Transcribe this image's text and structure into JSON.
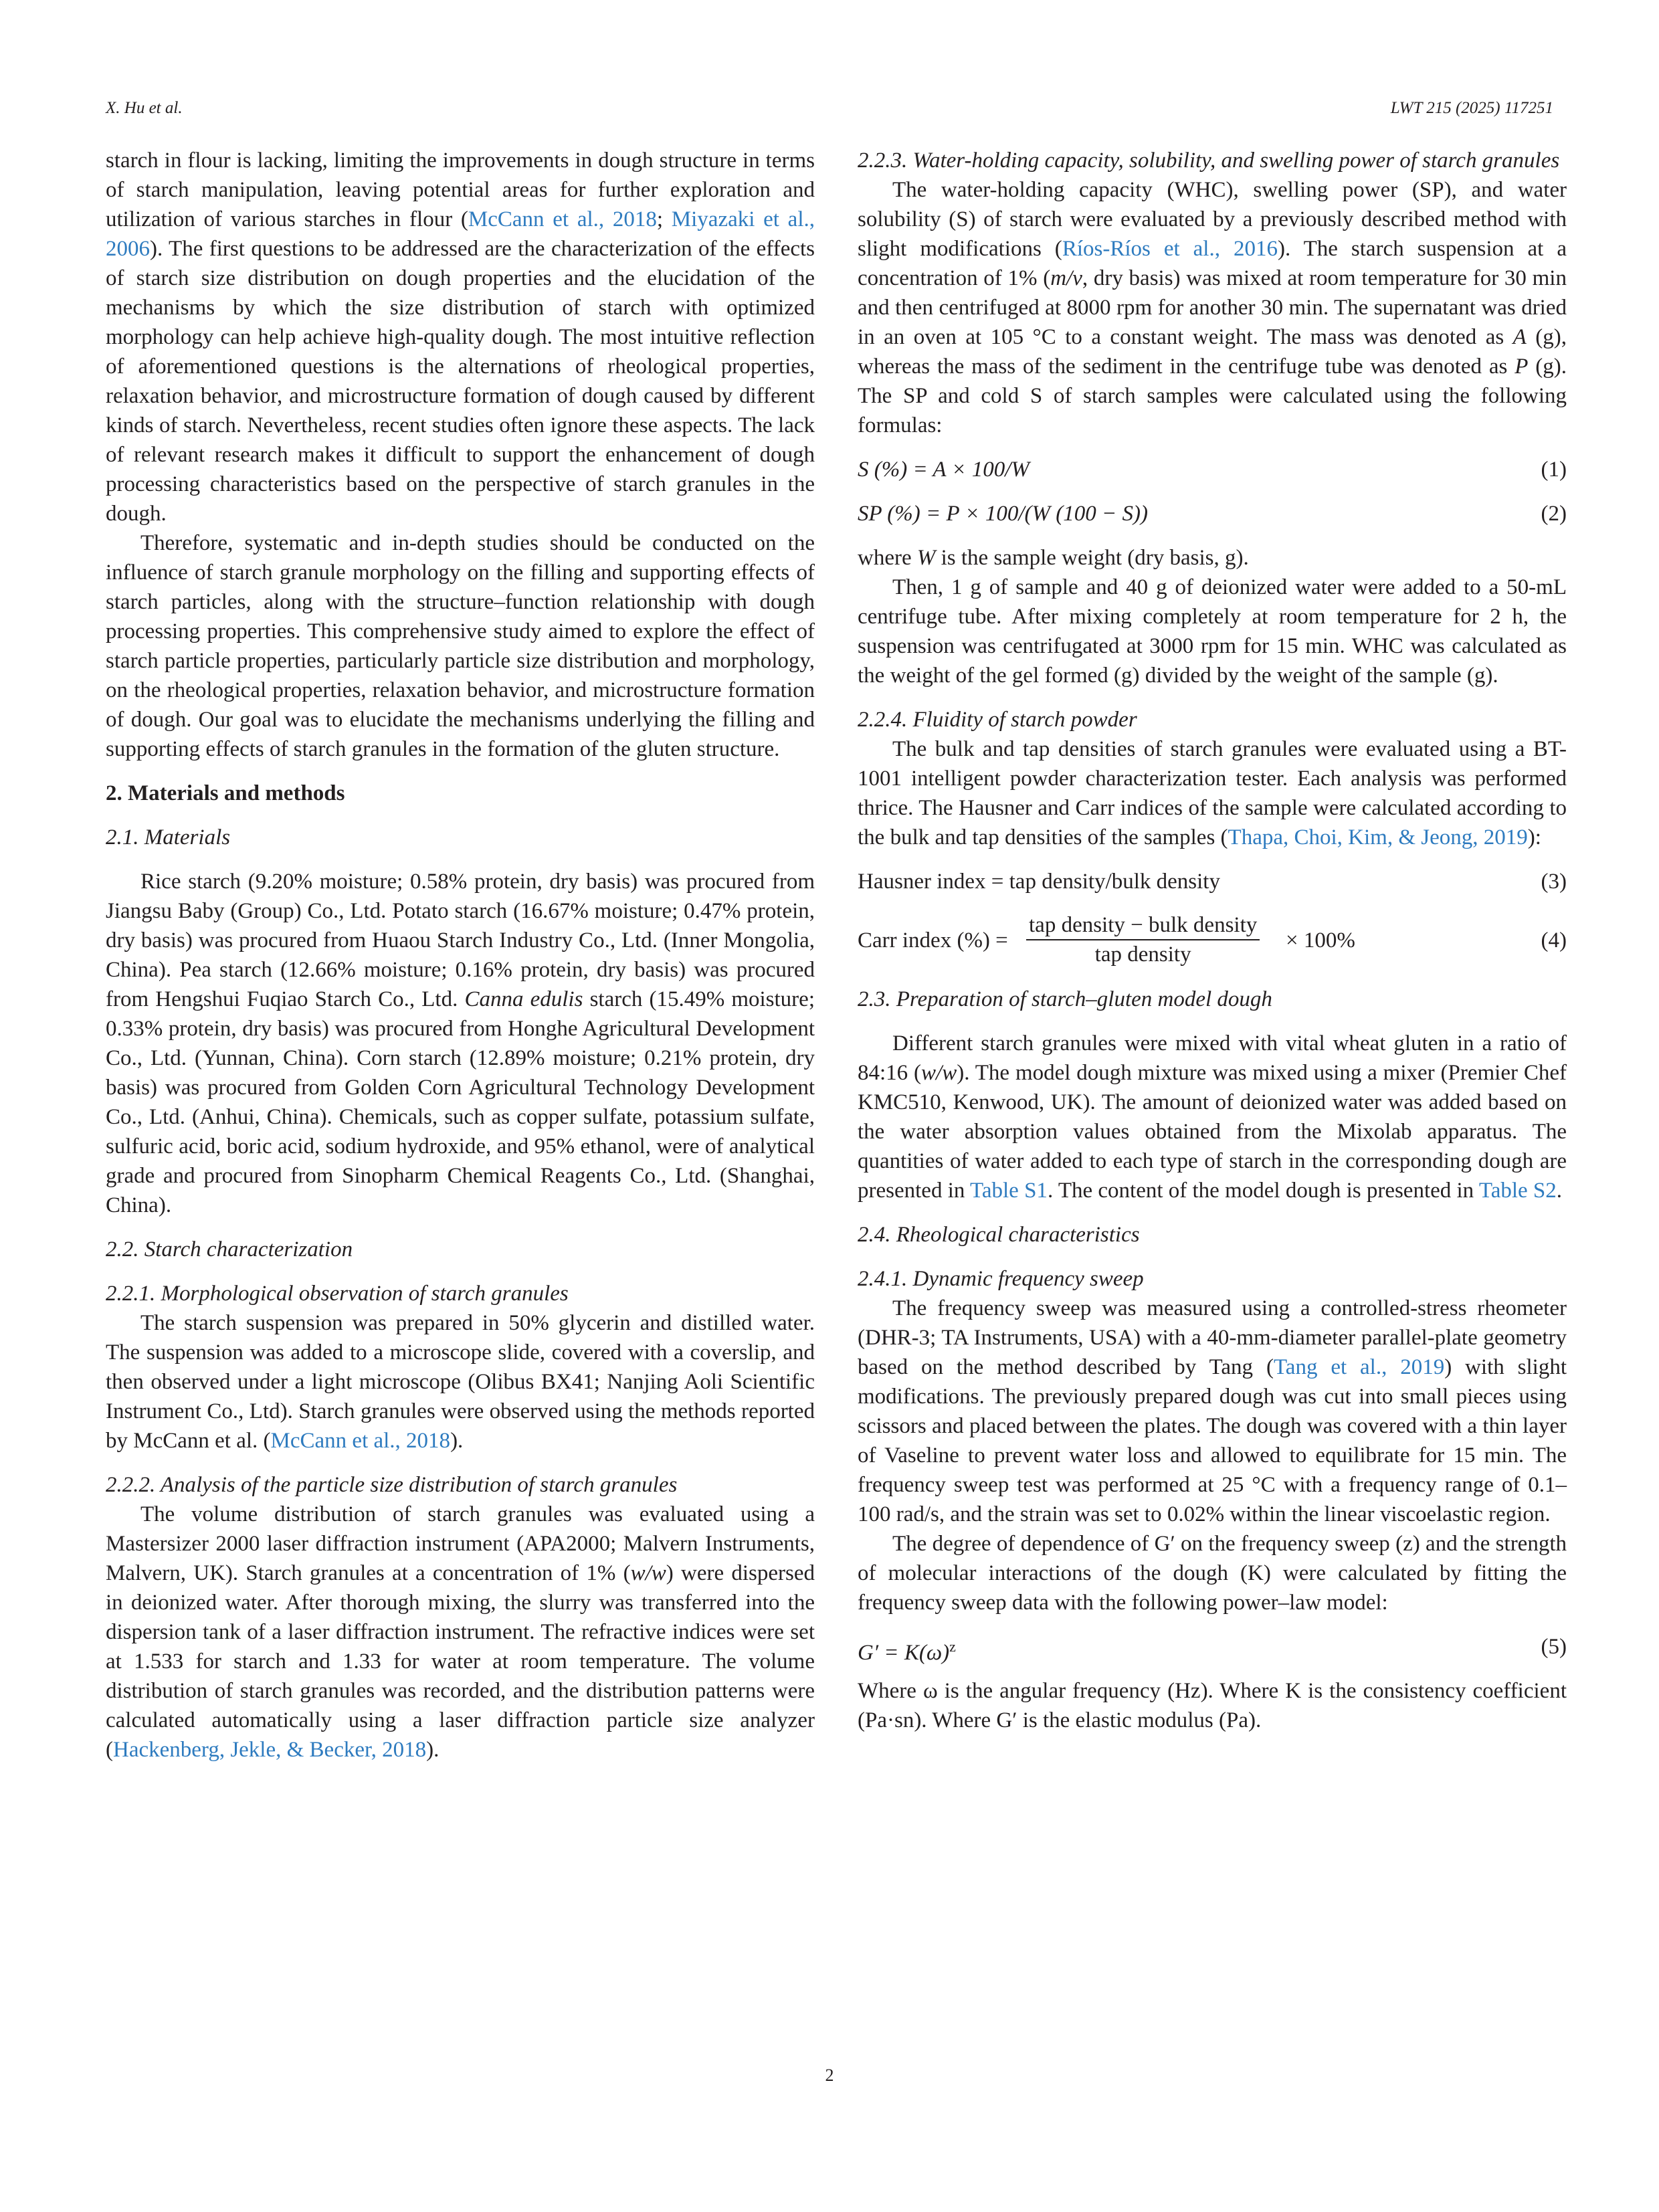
{
  "header": {
    "left": "X. Hu et al.",
    "right": "LWT 215 (2025) 117251"
  },
  "left": {
    "p1_a": "starch in flour is lacking, limiting the improvements in dough structure in terms of starch manipulation, leaving potential areas for further exploration and utilization of various starches in flour (",
    "p1_link1": "McCann et al., 2018",
    "p1_sep": "; ",
    "p1_link2": "Miyazaki et al., 2006",
    "p1_b": "). The first questions to be addressed are the characterization of the effects of starch size distribution on dough properties and the elucidation of the mechanisms by which the size distribution of starch with optimized morphology can help achieve high-quality dough. The most intuitive reflection of aforementioned questions is the alternations of rheological properties, relaxation behavior, and microstructure formation of dough caused by different kinds of starch. Nevertheless, recent studies often ignore these aspects. The lack of relevant research makes it difficult to support the enhancement of dough processing characteristics based on the perspective of starch granules in the dough.",
    "p2": "Therefore, systematic and in-depth studies should be conducted on the influence of starch granule morphology on the filling and supporting effects of starch particles, along with the structure–function relationship with dough processing properties. This comprehensive study aimed to explore the effect of starch particle properties, particularly particle size distribution and morphology, on the rheological properties, relaxation behavior, and microstructure formation of dough. Our goal was to elucidate the mechanisms underlying the filling and supporting effects of starch granules in the formation of the gluten structure.",
    "sec2": "2.  Materials and methods",
    "sec21": "2.1.  Materials",
    "p3_a": "Rice starch (9.20% moisture; 0.58% protein, dry basis) was procured from Jiangsu Baby (Group) Co., Ltd. Potato starch (16.67% moisture; 0.47% protein, dry basis) was procured from Huaou Starch Industry Co., Ltd. (Inner Mongolia, China). Pea starch (12.66% moisture; 0.16% protein, dry basis) was procured from Hengshui Fuqiao Starch Co., Ltd. ",
    "p3_italic": "Canna edulis",
    "p3_b": " starch (15.49% moisture; 0.33% protein, dry basis) was procured from Honghe Agricultural Development Co., Ltd. (Yunnan, China). Corn starch (12.89% moisture; 0.21% protein, dry basis) was procured from Golden Corn Agricultural Technology Development Co., Ltd. (Anhui, China). Chemicals, such as copper sulfate, potassium sulfate, sulfuric acid, boric acid, sodium hydroxide, and 95% ethanol, were of analytical grade and procured from Sinopharm Chemical Reagents Co., Ltd. (Shanghai, China).",
    "sec22": "2.2.  Starch characterization",
    "sec221": "2.2.1.  Morphological observation of starch granules",
    "p4_a": "The starch suspension was prepared in 50% glycerin and distilled water. The suspension was added to a microscope slide, covered with a coverslip, and then observed under a light microscope (Olibus BX41; Nanjing Aoli Scientific Instrument Co., Ltd). Starch granules were observed using the methods reported by McCann et al. (",
    "p4_link": "McCann et al., 2018",
    "p4_b": ").",
    "sec222": "2.2.2.  Analysis of the particle size distribution of starch granules",
    "p5_a": "The volume distribution of starch granules was evaluated using a Mastersizer 2000 laser diffraction instrument (APA2000; Malvern Instruments, Malvern, UK). Starch granules at a concentration of 1% (",
    "p5_italic": "w/w",
    "p5_b": ") were dispersed in deionized water. After thorough mixing, the slurry was transferred into the dispersion tank of a laser diffraction instrument. The refractive indices were set at 1.533 for starch and 1.33 for water at room temperature. The volume distribution of starch granules was recorded, and the distribution patterns were calculated automatically using a laser diffraction particle size analyzer (",
    "p5_link": "Hackenberg, Jekle, & Becker, 2018",
    "p5_c": ")."
  },
  "right": {
    "sec223": "2.2.3.  Water-holding capacity, solubility, and swelling power of starch granules",
    "p6_a": "The water-holding capacity (WHC), swelling power (SP), and water solubility (S) of starch were evaluated by a previously described method with slight modifications (",
    "p6_link": "Ríos-Ríos et al., 2016",
    "p6_b": "). The starch suspension at a concentration of 1% (",
    "p6_i1": "m/v",
    "p6_c": ", dry basis) was mixed at room temperature for 30 min and then centrifuged at 8000 rpm for another 30 min. The supernatant was dried in an oven at 105 °C to a constant weight. The mass was denoted as ",
    "p6_i2": "A",
    "p6_d": " (g), whereas the mass of the sediment in the centrifuge tube was denoted as ",
    "p6_i3": "P",
    "p6_e": " (g). The SP and cold S of starch samples were calculated using the following formulas:",
    "eq1": "S (%) = A × 100/W",
    "eq1_num": "(1)",
    "eq2": "SP (%) = P × 100/(W (100 − S))",
    "eq2_num": "(2)",
    "p7_a": "where ",
    "p7_i": "W",
    "p7_b": " is the sample weight (dry basis, g).",
    "p8": "Then, 1 g of sample and 40 g of deionized water were added to a 50-mL centrifuge tube. After mixing completely at room temperature for 2 h, the suspension was centrifugated at 3000 rpm for 15 min. WHC was calculated as the weight of the gel formed (g) divided by the weight of the sample (g).",
    "sec224": "2.2.4.  Fluidity of starch powder",
    "p9_a": "The bulk and tap densities of starch granules were evaluated using a BT-1001 intelligent powder characterization tester. Each analysis was performed thrice. The Hausner and Carr indices of the sample were calculated according to the bulk and tap densities of the samples (",
    "p9_link": "Thapa, Choi, Kim, & Jeong, 2019",
    "p9_b": "):",
    "eq3": "Hausner index = tap density/bulk density",
    "eq3_num": "(3)",
    "eq4_lhs": "Carr index (%) = ",
    "eq4_top": "tap density − bulk density",
    "eq4_bot": "tap density",
    "eq4_rhs": " × 100%",
    "eq4_num": "(4)",
    "sec23": "2.3.  Preparation of starch–gluten model dough",
    "p10_a": "Different starch granules were mixed with vital wheat gluten in a ratio of 84:16 (",
    "p10_i": "w/w",
    "p10_b": "). The model dough mixture was mixed using a mixer (Premier Chef KMC510, Kenwood, UK). The amount of deionized water was added based on the water absorption values obtained from the Mixolab apparatus. The quantities of water added to each type of starch in the corresponding dough are presented in ",
    "p10_link1": "Table S1",
    "p10_c": ". The content of the model dough is presented in ",
    "p10_link2": "Table S2",
    "p10_d": ".",
    "sec24": "2.4.  Rheological characteristics",
    "sec241": "2.4.1.  Dynamic frequency sweep",
    "p11_a": "The frequency sweep was measured using a controlled-stress rheometer (DHR-3; TA Instruments, USA) with a 40-mm-diameter parallel-plate geometry based on the method described by Tang (",
    "p11_link": "Tang et al., 2019",
    "p11_b": ") with slight modifications. The previously prepared dough was cut into small pieces using scissors and placed between the plates. The dough was covered with a thin layer of Vaseline to prevent water loss and allowed to equilibrate for 15 min. The frequency sweep test was performed at 25 °C with a frequency range of 0.1–100 rad/s, and the strain was set to 0.02% within the linear viscoelastic region.",
    "p12": "The degree of dependence of G′ on the frequency sweep (z) and the strength of molecular interactions of the dough (K) were calculated by fitting the frequency sweep data with the following power–law model:",
    "eq5": "G′ = K(ω)",
    "eq5_sup": "z",
    "eq5_num": "(5)",
    "p13": "Where ω is the angular frequency (Hz). Where K is the consistency coefficient (Pa·sn). Where G′ is the elastic modulus (Pa)."
  },
  "page_number": "2"
}
